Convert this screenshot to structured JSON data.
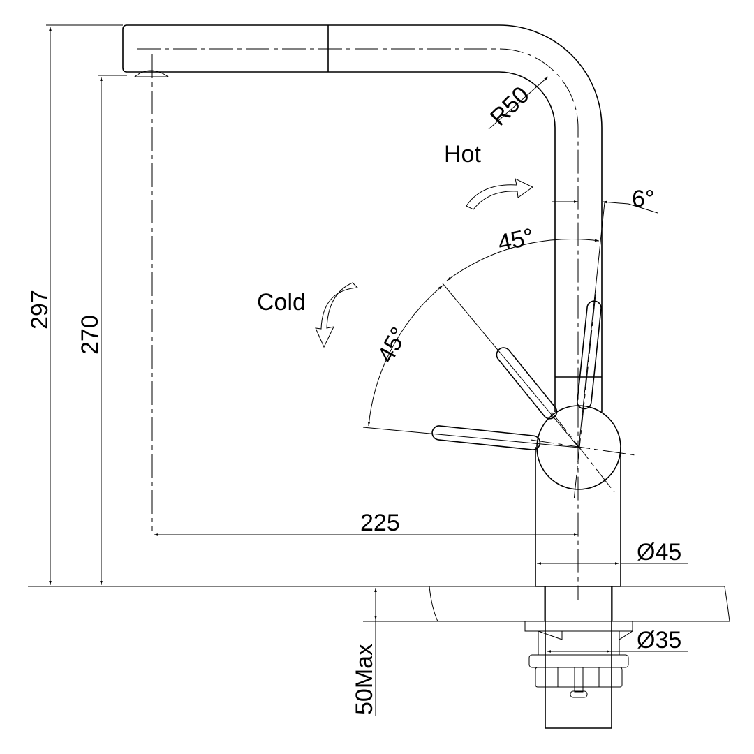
{
  "drawing": {
    "labels": {
      "hot": "Hot",
      "cold": "Cold",
      "radius": "R50",
      "tilt_angle": "6°",
      "hot_angle": "45°",
      "cold_angle": "45°"
    },
    "dimensions": {
      "total_height": "297",
      "spout_height": "270",
      "reach": "225",
      "body_diameter": "Ø45",
      "shank_diameter": "Ø35",
      "max_counter_thickness": "50Max"
    }
  }
}
